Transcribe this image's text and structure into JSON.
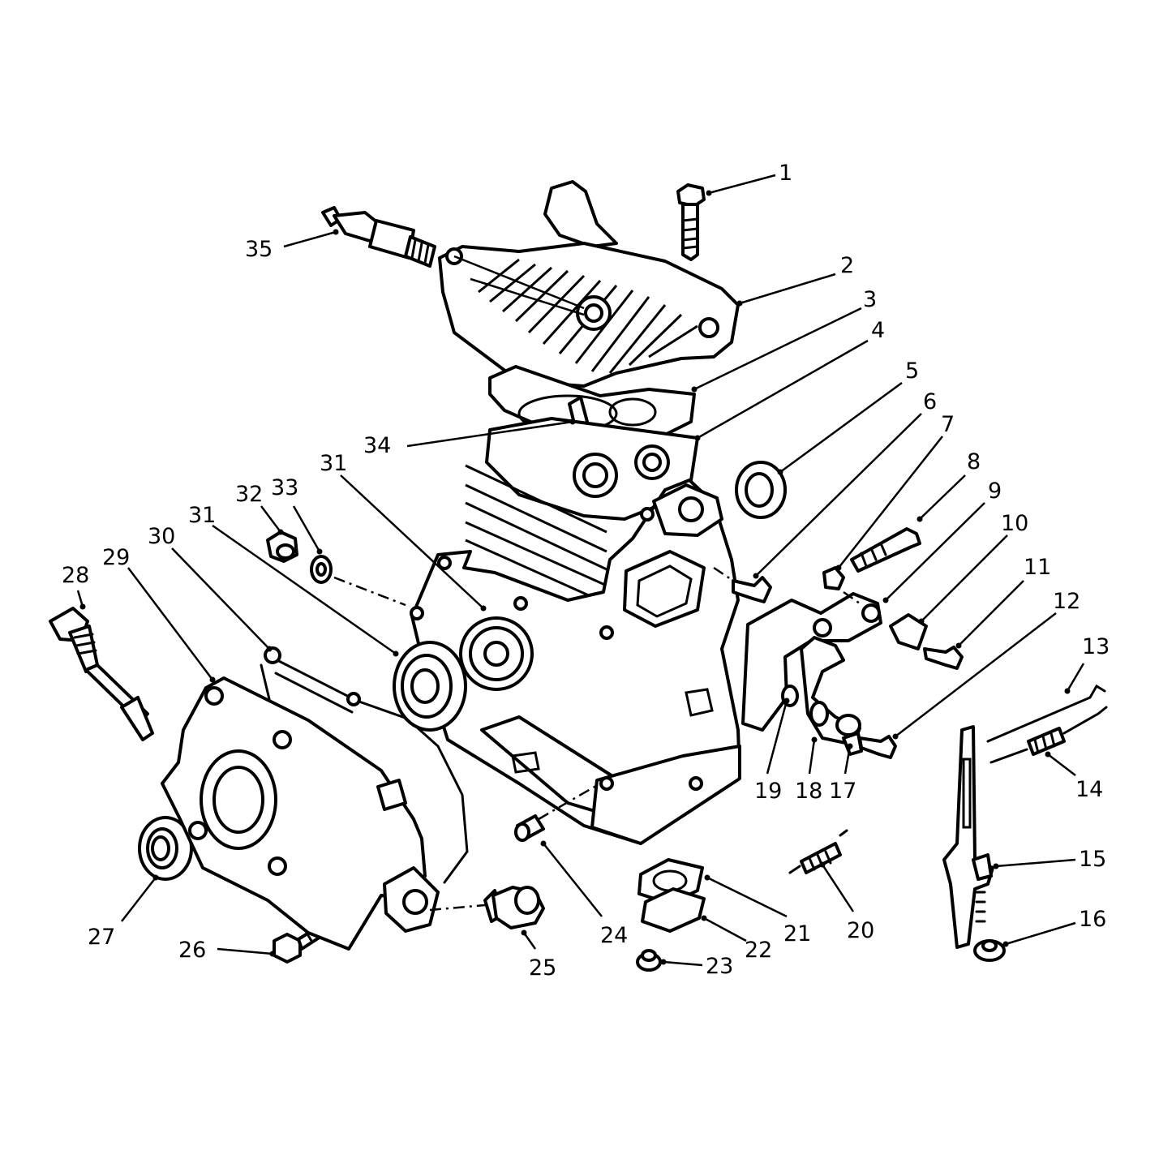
{
  "diagram": {
    "callouts": [
      {
        "id": "c1",
        "label": "1"
      },
      {
        "id": "c2",
        "label": "2"
      },
      {
        "id": "c3",
        "label": "3"
      },
      {
        "id": "c4",
        "label": "4"
      },
      {
        "id": "c5",
        "label": "5"
      },
      {
        "id": "c6",
        "label": "6"
      },
      {
        "id": "c7",
        "label": "7"
      },
      {
        "id": "c8",
        "label": "8"
      },
      {
        "id": "c9",
        "label": "9"
      },
      {
        "id": "c10",
        "label": "10"
      },
      {
        "id": "c11",
        "label": "11"
      },
      {
        "id": "c12",
        "label": "12"
      },
      {
        "id": "c13",
        "label": "13"
      },
      {
        "id": "c14",
        "label": "14"
      },
      {
        "id": "c15",
        "label": "15"
      },
      {
        "id": "c16",
        "label": "16"
      },
      {
        "id": "c17",
        "label": "17"
      },
      {
        "id": "c18",
        "label": "18"
      },
      {
        "id": "c19",
        "label": "19"
      },
      {
        "id": "c20",
        "label": "20"
      },
      {
        "id": "c21",
        "label": "21"
      },
      {
        "id": "c22",
        "label": "22"
      },
      {
        "id": "c23",
        "label": "23"
      },
      {
        "id": "c24",
        "label": "24"
      },
      {
        "id": "c25",
        "label": "25"
      },
      {
        "id": "c26",
        "label": "26"
      },
      {
        "id": "c27",
        "label": "27"
      },
      {
        "id": "c28",
        "label": "28"
      },
      {
        "id": "c29",
        "label": "29"
      },
      {
        "id": "c30",
        "label": "30"
      },
      {
        "id": "c31a",
        "label": "31"
      },
      {
        "id": "c31b",
        "label": "31"
      },
      {
        "id": "c32",
        "label": "32"
      },
      {
        "id": "c33",
        "label": "33"
      },
      {
        "id": "c34",
        "label": "34"
      },
      {
        "id": "c35",
        "label": "35"
      }
    ]
  }
}
